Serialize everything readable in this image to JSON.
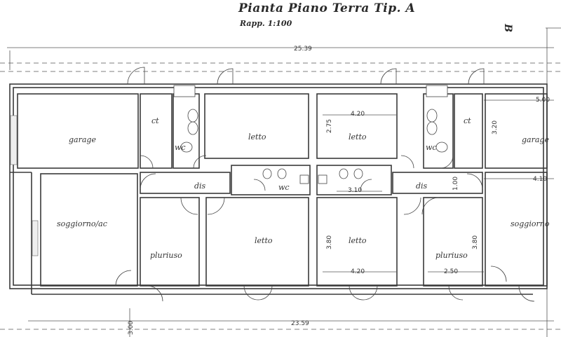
{
  "drawing": {
    "title": "Pianta Piano Terra Tip. A",
    "scale": "Rapp. 1:100",
    "section_mark": "B"
  },
  "rooms": {
    "garage_left": "garage",
    "ct_left": "ct",
    "wc_left": "wc",
    "letto_top_left": "letto",
    "letto_top_right": "letto",
    "ct_right": "ct",
    "wc_right": "wc",
    "garage_right": "garage",
    "dis_left": "dis",
    "wc_center": "wc",
    "dis_right": "dis",
    "soggiorno_left": "soggiorno/ac",
    "pluriuso_left": "pluriuso",
    "letto_bottom_left": "letto",
    "letto_bottom_right": "letto",
    "pluriuso_right": "pluriuso",
    "soggiorno_right": "soggiorno"
  },
  "dimensions": {
    "overall_top": "25.39",
    "overall_bottom": "23.59",
    "letto_top_width": "4.20",
    "letto_top_depth": "2.75",
    "ct_depth": "3.20",
    "right_edge_top": "5.00",
    "right_edge_mid": "4.10",
    "dis_depth": "1.00",
    "wc_center_width": "3.10",
    "letto_bottom_depth": "3.80",
    "letto_bottom_width": "4.20",
    "pluriuso_depth": "3.80",
    "pluriuso_width": "2.50",
    "left_bottom_depth": "3.00"
  }
}
